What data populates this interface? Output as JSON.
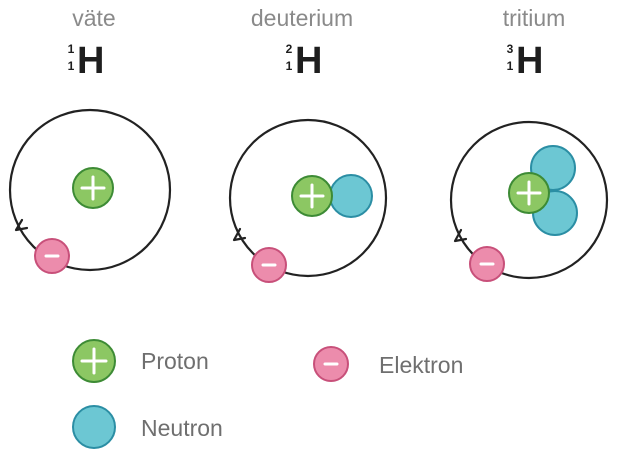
{
  "colors": {
    "proton_fill": "#8cc763",
    "proton_stroke": "#3d8b35",
    "neutron_fill": "#6cc7d3",
    "neutron_stroke": "#2b8ea4",
    "electron_fill": "#ec8cac",
    "electron_stroke": "#c8507a",
    "orbit": "#222222"
  },
  "atoms": [
    {
      "name": "väte",
      "symbol": "H",
      "mass_number": "1",
      "atomic_number": "1",
      "protons": 1,
      "neutrons": 0,
      "electrons": 1
    },
    {
      "name": "deuterium",
      "symbol": "H",
      "mass_number": "2",
      "atomic_number": "1",
      "protons": 1,
      "neutrons": 1,
      "electrons": 1
    },
    {
      "name": "tritium",
      "symbol": "H",
      "mass_number": "3",
      "atomic_number": "1",
      "protons": 1,
      "neutrons": 2,
      "electrons": 1
    }
  ],
  "legend": {
    "proton": "Proton",
    "neutron": "Neutron",
    "electron": "Elektron"
  },
  "icons": {
    "proton": "plus-sign-circle-icon",
    "neutron": "circle-icon",
    "electron": "minus-sign-circle-icon"
  }
}
